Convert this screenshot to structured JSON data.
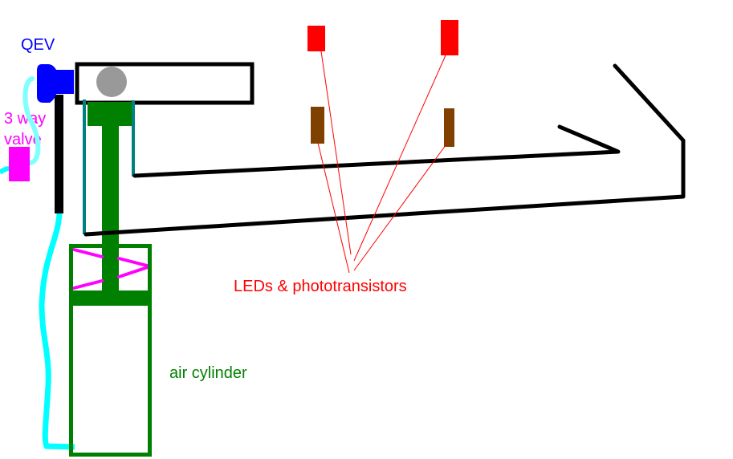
{
  "diagram": {
    "labels": {
      "qev": "QEV",
      "three_way_valve_line1": "3 way",
      "three_way_valve_line2": "valve",
      "air_cylinder": "air cylinder",
      "sensors": "LEDs & phototransistors"
    },
    "colors": {
      "qev": "#0000ff",
      "valve": "#ff00ff",
      "tubing": "#00ffff",
      "tubing_light": "#80ffff",
      "cylinder": "#008000",
      "guide_rails": "#008080",
      "ball": "#999999",
      "led": "#ff0000",
      "phototransistor": "#804000",
      "track": "#000000",
      "leader_lines": "#ff0000",
      "spring": "#ff00ff"
    }
  }
}
